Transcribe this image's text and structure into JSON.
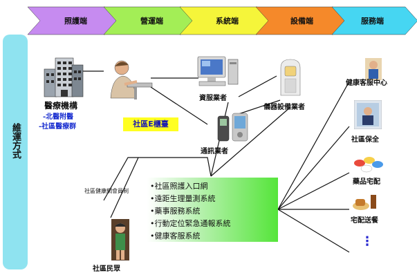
{
  "stages": [
    {
      "label": "照護端",
      "color": "#c68bf0"
    },
    {
      "label": "營運端",
      "color": "#a3ee56"
    },
    {
      "label": "系統端",
      "color": "#f5f53a"
    },
    {
      "label": "設備端",
      "color": "#f5892a"
    },
    {
      "label": "服務端",
      "color": "#46d6f2"
    }
  ],
  "sidebar": {
    "label": "維運方式"
  },
  "medical": {
    "title": "醫療機構",
    "subs": [
      "-北醫附醫",
      "-社區醫療群"
    ]
  },
  "ecenter": {
    "label": "社區E櫃臺"
  },
  "vendors": {
    "it": "資服業者",
    "device": "儀器設備業者",
    "telecom": "通訊業者"
  },
  "membership": {
    "label": "社區健康網會員制"
  },
  "resident": {
    "label": "社區民眾"
  },
  "systems": {
    "items": [
      "•社區照護入口網",
      "•遠距生理量測系統",
      "•藥事服務系統",
      "•行動定位緊急通報系統",
      "•健康客服系統"
    ]
  },
  "services": {
    "items": [
      "健康客服中心",
      "社區保全",
      "藥品宅配",
      "宅配送餐"
    ],
    "more": "⋮"
  }
}
